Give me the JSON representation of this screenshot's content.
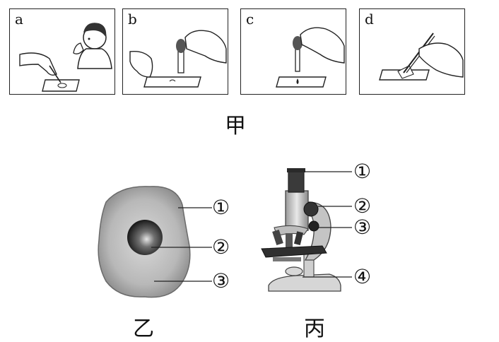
{
  "figure_jia": {
    "caption": "甲",
    "steps": [
      {
        "letter": "a"
      },
      {
        "letter": "b"
      },
      {
        "letter": "c"
      },
      {
        "letter": "d"
      }
    ]
  },
  "figure_yi": {
    "caption": "乙",
    "labels": [
      "①",
      "②",
      "③"
    ]
  },
  "figure_bing": {
    "caption": "丙",
    "labels": [
      "①",
      "②",
      "③",
      "④"
    ]
  }
}
